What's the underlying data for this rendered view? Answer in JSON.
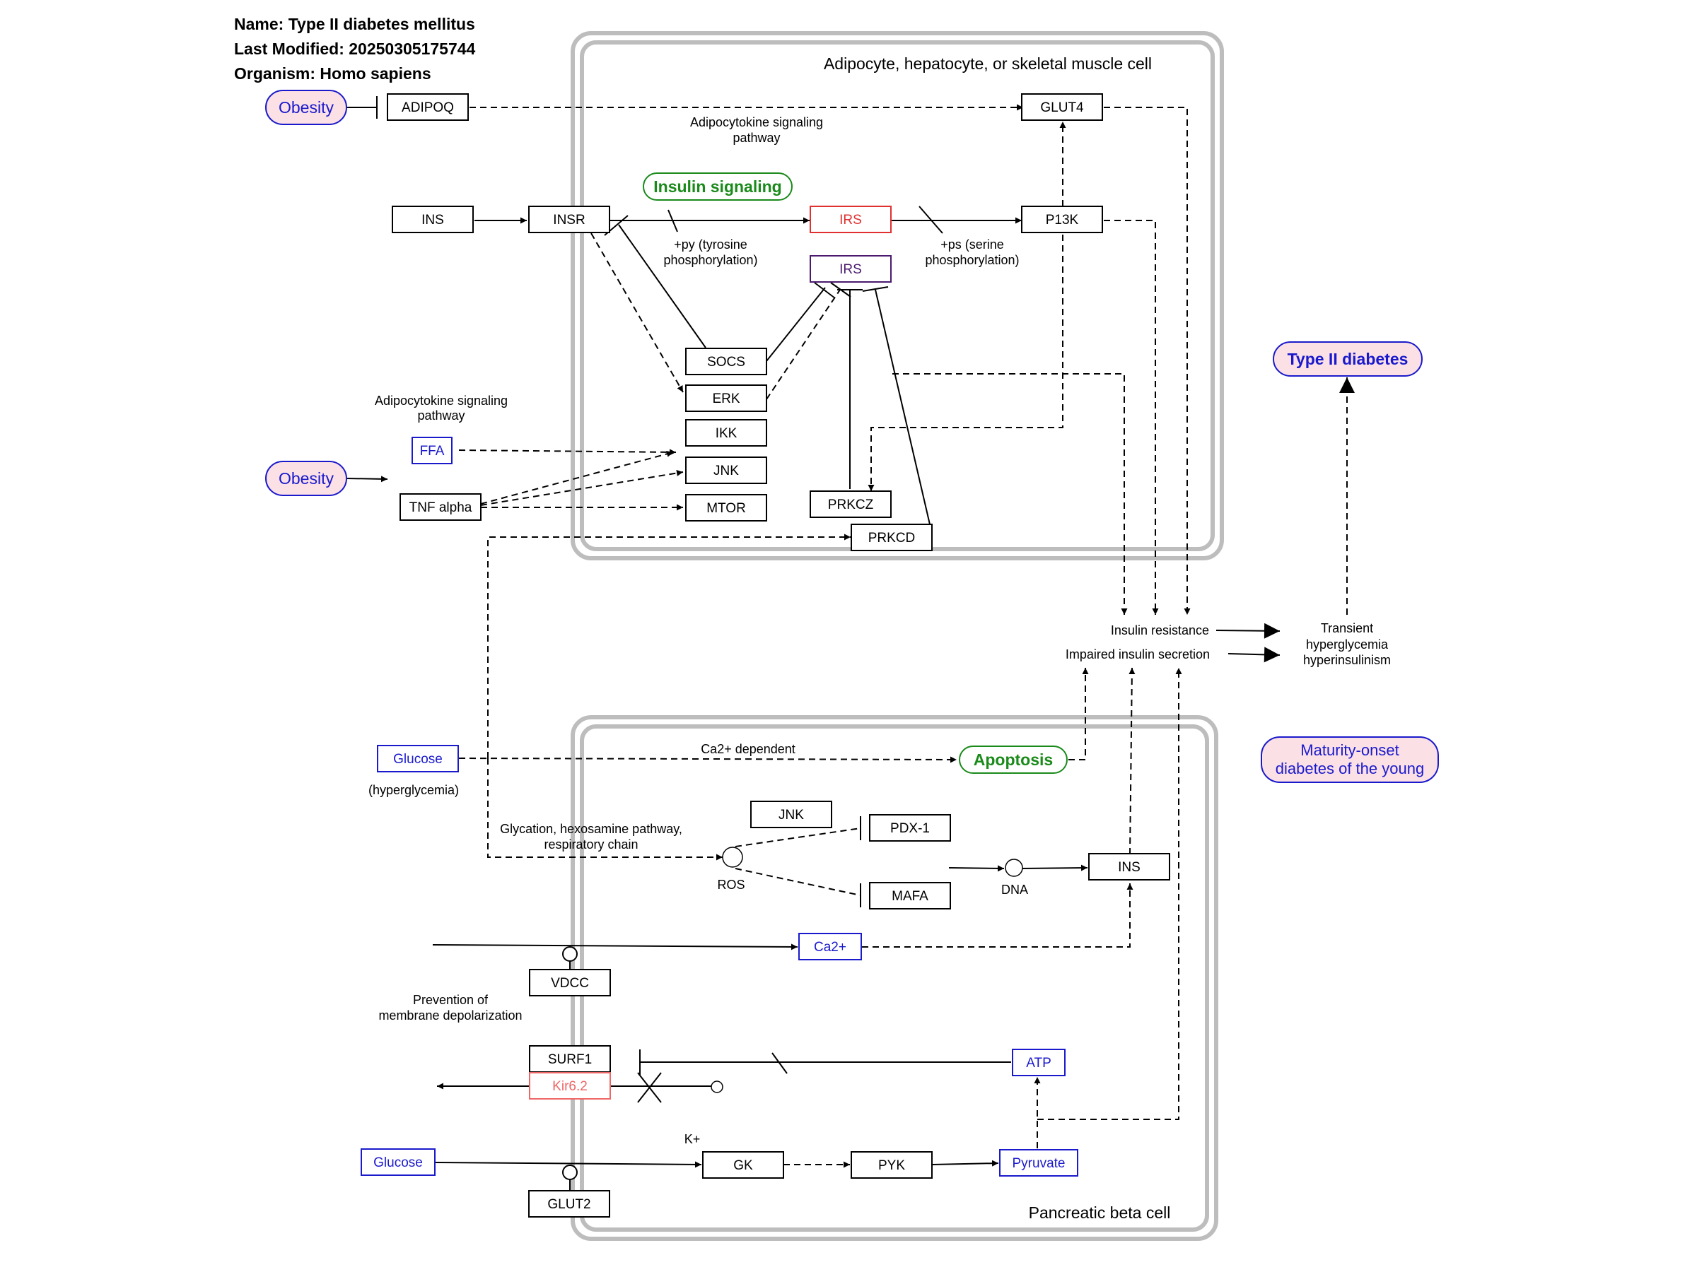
{
  "header": {
    "name_line": "Name: Type II diabetes mellitus",
    "modified_line": "Last Modified: 20250305175744",
    "organism_line": "Organism: Homo sapiens"
  },
  "compartments": {
    "adipocyte": "Adipocyte, hepatocyte, or skeletal muscle cell",
    "beta_cell": "Pancreatic beta cell"
  },
  "nodes": {
    "obesity_top": "Obesity",
    "adipoq": "ADIPOQ",
    "glut4": "GLUT4",
    "insulin_signaling": "Insulin signaling",
    "ins_top": "INS",
    "insr": "INSR",
    "irs_red": "IRS",
    "irs_purple": "IRS",
    "p13k": "P13K",
    "socs": "SOCS",
    "erk": "ERK",
    "ikk": "IKK",
    "jnk_top": "JNK",
    "mtor": "MTOR",
    "ffa": "FFA",
    "obesity_mid": "Obesity",
    "tnf_alpha": "TNF alpha",
    "prkcz": "PRKCZ",
    "prkcd": "PRKCD",
    "type2_diabetes": "Type II diabetes",
    "glucose_top": "Glucose",
    "apoptosis": "Apoptosis",
    "mody_line1": "Maturity-onset",
    "mody_line2": "diabetes of the young",
    "jnk_beta": "JNK",
    "pdx1": "PDX-1",
    "mafa": "MAFA",
    "ins_beta": "INS",
    "ca2": "Ca2+",
    "vdcc": "VDCC",
    "surf1": "SURF1",
    "kir62": "Kir6.2",
    "atp": "ATP",
    "glucose_bottom": "Glucose",
    "gk": "GK",
    "pyk": "PYK",
    "pyruvate": "Pyruvate",
    "glut2": "GLUT2"
  },
  "labels": {
    "adipocytokine_top_1": "Adipocytokine signaling",
    "adipocytokine_top_2": "pathway",
    "py_1": "+py (tyrosine",
    "py_2": "phosphorylation)",
    "ps_1": "+ps (serine",
    "ps_2": "phosphorylation)",
    "adipocytokine_left_1": "Adipocytokine signaling",
    "adipocytokine_left_2": "pathway",
    "insulin_resistance": "Insulin resistance",
    "impaired_secretion": "Impaired insulin secretion",
    "transient_1": "Transient",
    "transient_2": "hyperglycemia",
    "transient_3": "hyperinsulinism",
    "ca2_dependent": "Ca2+ dependent",
    "hyperglycemia": "(hyperglycemia)",
    "glycation_1": "Glycation, hexosamine pathway,",
    "glycation_2": "respiratory chain",
    "ros": "ROS",
    "dna": "DNA",
    "prevention_1": "Prevention of",
    "prevention_2": "membrane depolarization",
    "k_plus": "K+"
  },
  "colors": {
    "disease_fill": "#fbe0e6",
    "disease_text": "#1a1acc",
    "pathway_green": "#1a8a1a",
    "gene_red": "#e03030",
    "gene_purple": "#4b1a6e",
    "metabolite_blue": "#1a1acc",
    "compartment_gray": "#bdbdbd",
    "kir_red": "#ee6666"
  }
}
